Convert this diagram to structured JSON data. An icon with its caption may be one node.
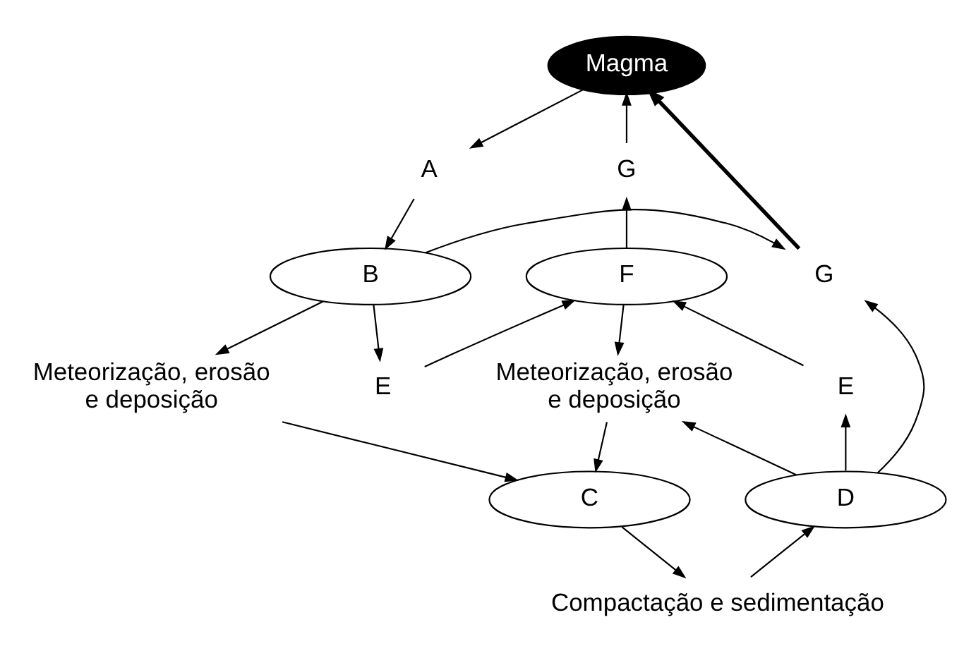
{
  "diagram": {
    "nodes": [
      {
        "text": [
          "Magma"
        ]
      },
      {
        "text": [
          "A"
        ]
      },
      {
        "text": [
          "G"
        ]
      },
      {
        "text": [
          "B"
        ]
      },
      {
        "text": [
          "G"
        ]
      },
      {
        "text": [
          "F"
        ]
      },
      {
        "text": [
          "E"
        ]
      },
      {
        "text": [
          "Meteorização, erosão e deposição"
        ]
      },
      {
        "text": [
          "Meteorização, erosão e deposição"
        ]
      },
      {
        "text": [
          "E"
        ]
      },
      {
        "text": [
          "C"
        ]
      },
      {
        "text": [
          "D"
        ]
      },
      {
        "text": [
          "Compactação e sedimentação"
        ]
      }
    ],
    "edges": [
      {
        "from": 0,
        "to": 1,
        "arrow": "to"
      },
      {
        "from": 1,
        "to": 3,
        "arrow": "to"
      },
      {
        "from": 2,
        "to": 0,
        "arrow": "to"
      },
      {
        "from": 4,
        "to": 0,
        "arrow": "to",
        "style": "thick"
      },
      {
        "from": 5,
        "to": 2,
        "arrow": "to"
      },
      {
        "from": 3,
        "to": 4,
        "arrow": "to"
      },
      {
        "from": 3,
        "to": 6,
        "arrow": "to"
      },
      {
        "from": 6,
        "to": 5,
        "arrow": "to"
      },
      {
        "from": 3,
        "to": 7,
        "arrow": "to"
      },
      {
        "from": 5,
        "to": 8,
        "arrow": "to"
      },
      {
        "from": 11,
        "to": 4,
        "arrow": "to"
      },
      {
        "from": 11,
        "to": 8,
        "arrow": "to"
      },
      {
        "from": 11,
        "to": 9,
        "arrow": "to"
      },
      {
        "from": 9,
        "to": 5,
        "arrow": "to"
      },
      {
        "from": 7,
        "to": 10,
        "arrow": "to"
      },
      {
        "from": 8,
        "to": 10,
        "arrow": "to"
      },
      {
        "from": 10,
        "to": 12,
        "arrow": "to"
      },
      {
        "from": 12,
        "to": 11,
        "arrow": "to"
      }
    ]
  }
}
